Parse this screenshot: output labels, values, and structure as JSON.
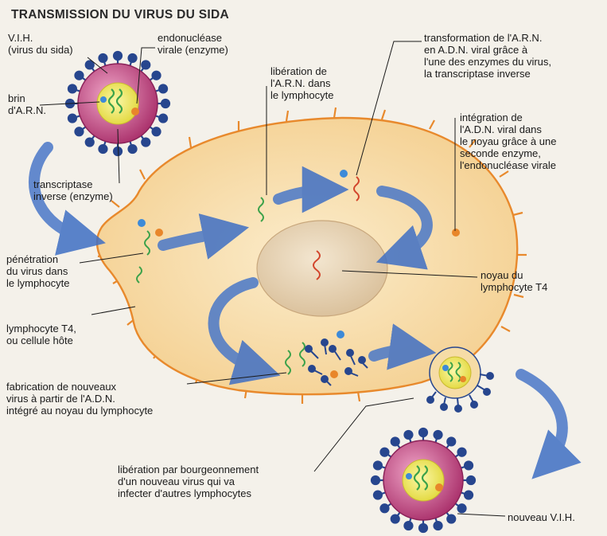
{
  "title": "TRANSMISSION DU VIRUS DU SIDA",
  "labels": {
    "vih": "V.I.H.\n(virus du sida)",
    "endonuclease": "endonucléase\nvirale (enzyme)",
    "brin_arn": "brin\nd'A.R.N.",
    "transcriptase": "transcriptase\ninverse (enzyme)",
    "liberation_arn": "libération de\nl'A.R.N. dans\nle lymphocyte",
    "transformation": "transformation de l'A.R.N.\nen A.D.N. viral grâce à\nl'une des enzymes du virus,\nla transcriptase inverse",
    "integration": "intégration de\nl'A.D.N. viral dans\nle noyau grâce à une\nseconde enzyme,\nl'endonucléase virale",
    "penetration": "pénétration\ndu virus dans\nle lymphocyte",
    "noyau": "noyau du\nlymphocyte T4",
    "lymphocyte": "lymphocyte T4,\nou cellule hôte",
    "fabrication": "fabrication de nouveaux\nvirus à partir de l'A.D.N.\nintégré au noyau du lymphocyte",
    "liberation_bourgeon": "libération par bourgeonnement\nd'un nouveau virus qui va\ninfecter d'autres lymphocytes",
    "nouveau_vih": "nouveau V.I.H."
  },
  "colors": {
    "cell_fill": "#f6dca6",
    "cell_edge": "#e8892c",
    "nucleus": "#ead6b8",
    "virus_body": "#c2457e",
    "virus_core": "#f2ee6a",
    "spike": "#27468e",
    "arrow": "#4a78c8",
    "rna": "#3ca24a",
    "dna": "#d2452c",
    "enzyme_blue": "#3d8ad8",
    "enzyme_orange": "#e8862a"
  }
}
